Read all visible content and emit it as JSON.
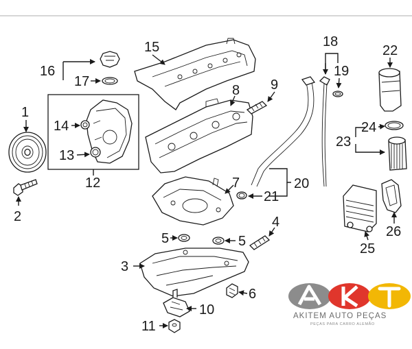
{
  "callouts": {
    "c1": "1",
    "c2": "2",
    "c3": "3",
    "c4": "4",
    "c5a": "5",
    "c5b": "5",
    "c6": "6",
    "c7": "7",
    "c8": "8",
    "c9": "9",
    "c10": "10",
    "c11": "11",
    "c12": "12",
    "c13": "13",
    "c14": "14",
    "c15": "15",
    "c16": "16",
    "c17": "17",
    "c18": "18",
    "c19": "19",
    "c20": "20",
    "c21": "21",
    "c22": "22",
    "c23": "23",
    "c24": "24",
    "c25": "25",
    "c26": "26"
  },
  "logo": {
    "name": "AKITEM AUTO PEÇAS",
    "tagline": "PEÇAS PARA CARRO ALEMÃO",
    "colors": {
      "grey": "#8c8c8c",
      "red": "#e0362c",
      "yellow": "#f2b705"
    }
  }
}
